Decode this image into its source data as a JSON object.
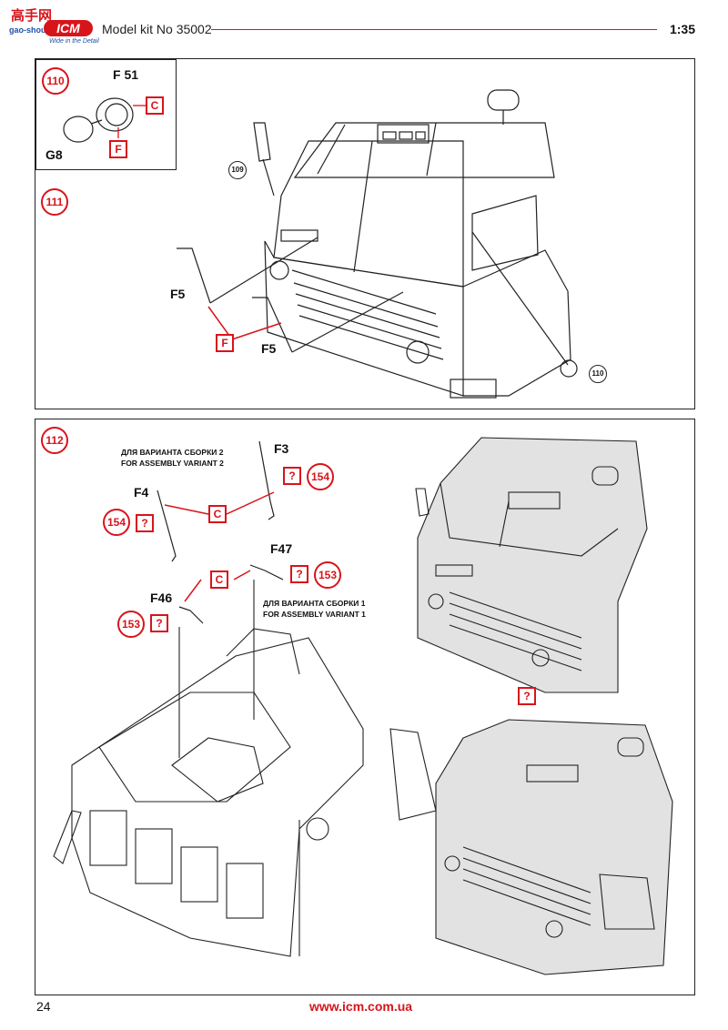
{
  "header": {
    "logo_top": "高手网",
    "logo_url": "gao-shou.com",
    "logo_brand": "ICM",
    "logo_tagline": "Wide in the Detail",
    "kit_label": "Model kit No 35002",
    "scale": "1:35"
  },
  "panel1": {
    "inset": {
      "step": "110",
      "part_top": "F 51",
      "part_left": "G8",
      "letter_c": "C",
      "letter_f": "F"
    },
    "step": "111",
    "ref_109": "109",
    "ref_110": "110",
    "part_f5_a": "F5",
    "part_f5_b": "F5",
    "letter_f": "F"
  },
  "panel2": {
    "step": "112",
    "variant2_ru": "ДЛЯ ВАРИАНТА СБОРКИ 2",
    "variant2_en": "FOR ASSEMBLY VARIANT 2",
    "variant1_ru": "ДЛЯ ВАРИАНТА СБОРКИ 1",
    "variant1_en": "FOR ASSEMBLY VARIANT 1",
    "part_f3": "F3",
    "part_f4": "F4",
    "part_f47": "F47",
    "part_f46": "F46",
    "q_mark": "?",
    "ref_154": "154",
    "ref_153": "153",
    "letter_c": "C"
  },
  "footer": {
    "page_number": "24",
    "url": "www.icm.com.ua"
  },
  "colors": {
    "accent": "#d8141b",
    "ink": "#222222",
    "cab_fill": "#e2e2e2"
  }
}
